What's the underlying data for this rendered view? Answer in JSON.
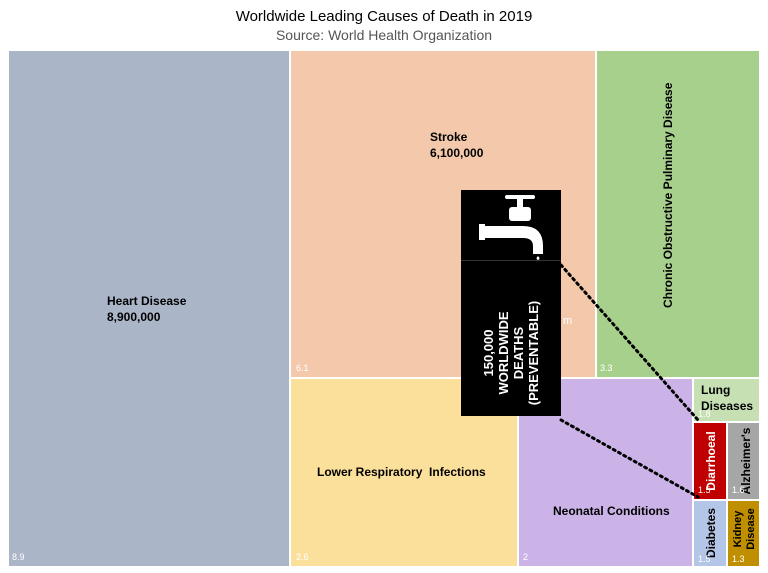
{
  "chart_data": {
    "type": "treemap",
    "title": "Worldwide Leading Causes of Death in 2019",
    "subtitle": "Source: World Health Organization",
    "tiles": [
      {
        "name": "Heart Disease",
        "value_text": "8,900,000",
        "value_label": "8.9",
        "value": 8.9,
        "color": "#aab5c8"
      },
      {
        "name": "Stroke",
        "value_text": "6,100,000",
        "value_label": "6.1",
        "value": 6.1,
        "color": "#f4c9ab"
      },
      {
        "name": "Chronic Obstructive Pulminary Disease",
        "value_text": "",
        "value_label": "3.3",
        "value": 3.3,
        "color": "#a8d08d"
      },
      {
        "name": "Lower Respiratory  Infections",
        "value_text": "",
        "value_label": "2.6",
        "value": 2.6,
        "color": "#fbe09b"
      },
      {
        "name": "Neonatal Conditions",
        "value_text": "",
        "value_label": "2",
        "value": 2.0,
        "color": "#cbb3e8"
      },
      {
        "name": "Lung Diseases",
        "value_text": "",
        "value_label": "1.8",
        "value": 1.8,
        "color": "#c6e0b4"
      },
      {
        "name": "Diarrhoeal",
        "value_text": "",
        "value_label": "1.5",
        "value": 1.5,
        "color": "#c00000"
      },
      {
        "name": "Alzheimer's",
        "value_text": "",
        "value_label": "1.6",
        "value": 1.6,
        "color": "#a6a6a6"
      },
      {
        "name": "Diabetes",
        "value_text": "",
        "value_label": "1.5",
        "value": 1.5,
        "color": "#b4c6e7"
      },
      {
        "name": "Kidney Disease",
        "value_text": "",
        "value_label": "1.3",
        "value": 1.3,
        "color": "#bf8f00"
      }
    ],
    "annotation": {
      "icon": "faucet-icon",
      "line1": "150,000",
      "line2": "WORLDWIDE",
      "line3": "DEATHS",
      "line4": "(PREVENTABLE)",
      "hidden_fragment": "m"
    }
  }
}
